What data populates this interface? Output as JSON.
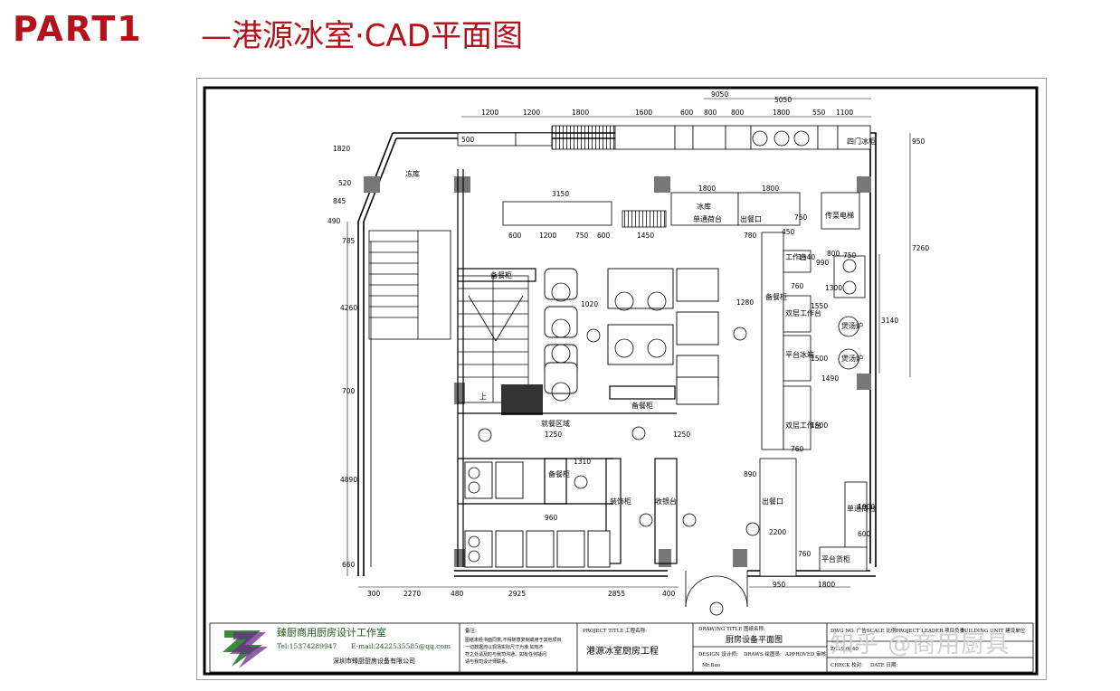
{
  "header": {
    "part": "PART1",
    "title": "—港源冰室·CAD平面图"
  },
  "plan": {
    "dims_top_total": [
      "9050",
      "5050"
    ],
    "dims_top": [
      "1200",
      "1200",
      "1800",
      "1600",
      "600",
      "800",
      "800",
      "1800",
      "550",
      "1100"
    ],
    "dims_inner_top": [
      "3150",
      "1800",
      "1800"
    ],
    "dims_inner_row": [
      "600",
      "1200",
      "750",
      "600",
      "1450",
      "780"
    ],
    "dims_left": [
      "1820",
      "520",
      "845",
      "490",
      "785",
      "4260",
      "700",
      "4890",
      "660"
    ],
    "dims_bottom": [
      "300",
      "2270",
      "480",
      "2925",
      "2855",
      "400"
    ],
    "dims_bottom_right": [
      "950",
      "1800"
    ],
    "dims_right": [
      "950",
      "7260",
      "3140"
    ],
    "dims_misc": [
      "1020",
      "1280",
      "1250",
      "1250",
      "1310",
      "960",
      "890",
      "2200",
      "760",
      "990",
      "750",
      "1300",
      "1550",
      "1500",
      "1490",
      "1500",
      "760",
      "1000",
      "600",
      "760",
      "450",
      "750",
      "1540",
      "800",
      "500"
    ],
    "labels": {
      "cold_store": "冻库",
      "up": "上",
      "dining": "就餐区域",
      "cashier": "收银台",
      "pickup1": "出餐口",
      "pickup2": "出餐口",
      "dumbwaiter": "传菜电梯",
      "prep_cabinet1": "备餐柜",
      "prep_cabinet2": "备餐柜",
      "prep_cabinet3": "备餐柜",
      "prep_cabinet4": "备餐柜",
      "decor_cabinet": "装饰柜",
      "workbench": "工作台",
      "double_workbench1": "双层工作台",
      "double_workbench2": "双层工作台",
      "flat_fridge": "平台冰箱",
      "burner1": "煲汤炉",
      "burner2": "煲汤炉",
      "shelf1": "单通荷台",
      "shelf2": "单通荷台",
      "platform": "平台货柜",
      "sink": "四门冰柜",
      "cold_room": "冰库"
    }
  },
  "title_block": {
    "company": "臻厨商用厨房设计工作室",
    "tel": "Tel:15374289947",
    "email": "E-mail:2422535585@qq.com",
    "company_sub": "深圳市臻厨厨房设备有限公司",
    "notes_label": "备注:",
    "notes_lines": [
      "图纸未经书面同意,不得随意复制或用于其他项目,",
      "一切数据均以现场实际尺寸为准,如有不",
      "符之处请及时与我司沟通。如有任何疑问",
      "请与我司设计师联系。"
    ],
    "project_title_label": "PROJECT TITLE 工程名称:",
    "project_title": "港源冰室厨房工程",
    "drawing_title_label": "DRAWING TITLE 图纸名称:",
    "drawing_title": "厨房设备平面图",
    "design_label": "DESIGN 设计师:",
    "draws_label": "DRAWS 绘图员:",
    "approved_label": "APPROVED 审核:",
    "designer": "Mr.Bao",
    "dwg_label": "DWG NO. 广告:",
    "scale_label": "SCALE 比例:",
    "project_leader_label": "PROJECT LEADER 项目负责:",
    "building_label": "BUILDING UNIT 建设单位:",
    "dwg_no": "ZC19-0040",
    "check_label": "CHECK 校对:",
    "date_label": "DATE 日期:"
  },
  "watermark": "知乎 @商用厨具",
  "logo_text": "ZZ"
}
